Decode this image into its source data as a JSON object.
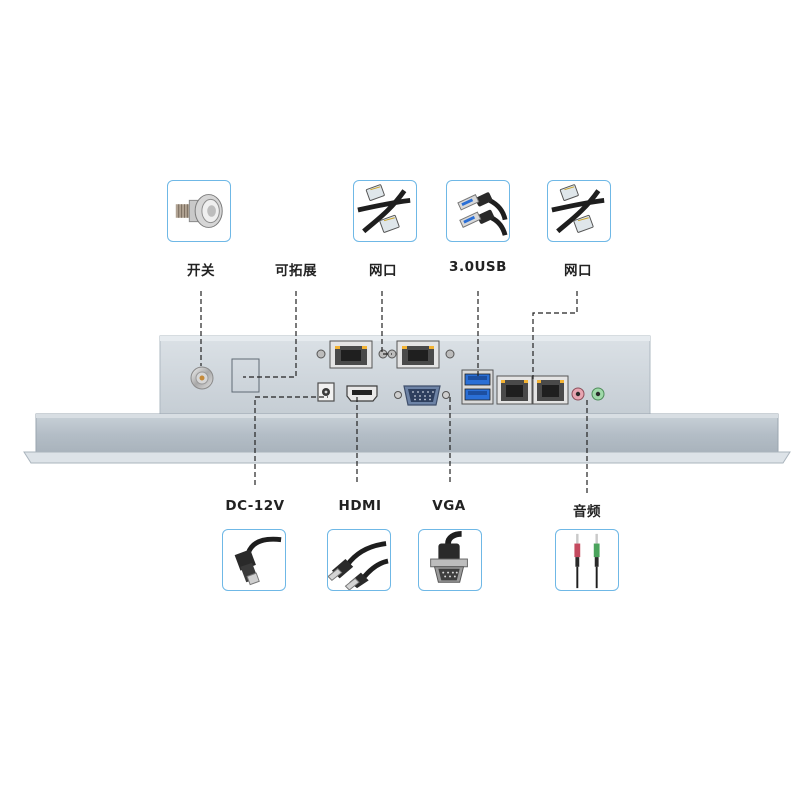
{
  "top_labels": {
    "switch": "开关",
    "expandable": "可拓展",
    "lan1": "网口",
    "usb3": "3.0USB",
    "lan2": "网口"
  },
  "bottom_labels": {
    "dc12v": "DC-12V",
    "hdmi": "HDMI",
    "vga": "VGA",
    "audio": "音频"
  },
  "icons": {
    "switch": "metal-push-button-switch-icon",
    "lan1": "rj45-ethernet-cable-icon",
    "usb3": "usb-3-cable-icon",
    "lan2": "rj45-ethernet-cable-icon",
    "dc12v": "dc-power-plug-icon",
    "hdmi": "hdmi-cable-icon",
    "vga": "vga-connector-icon",
    "audio": "audio-jack-cable-icon"
  },
  "colors": {
    "panel": "#cfd6dc",
    "frame": "#b4bec7",
    "thumb_border": "#6fb8e6",
    "lead_line": "#222222"
  }
}
